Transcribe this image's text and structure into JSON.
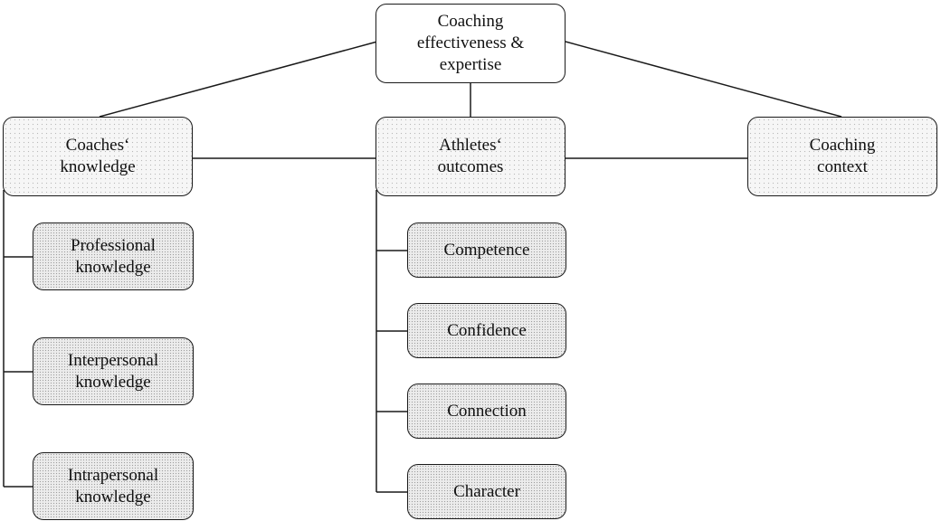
{
  "diagram": {
    "root": {
      "label": "Coaching\neffectiveness &\nexpertise"
    },
    "categories": [
      {
        "label": "Coaches‘\nknowledge",
        "children": [
          {
            "label": "Professional\nknowledge"
          },
          {
            "label": "Interpersonal\nknowledge"
          },
          {
            "label": "Intrapersonal\nknowledge"
          }
        ]
      },
      {
        "label": "Athletes‘\noutcomes",
        "children": [
          {
            "label": "Competence"
          },
          {
            "label": "Confidence"
          },
          {
            "label": "Connection"
          },
          {
            "label": "Character"
          }
        ]
      },
      {
        "label": "Coaching\ncontext",
        "children": []
      }
    ]
  }
}
